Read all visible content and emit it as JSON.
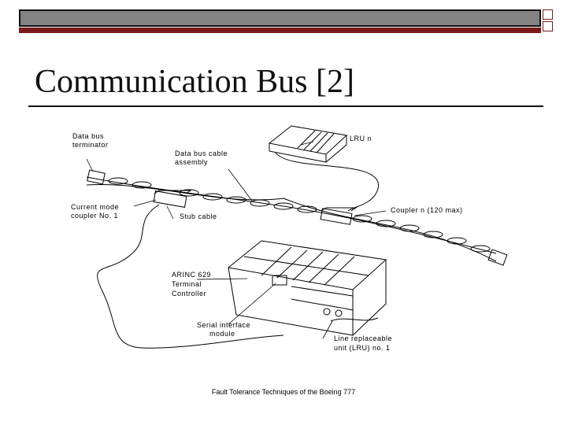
{
  "slide": {
    "title": "Communication Bus [2]",
    "caption": "Fault Tolerance Techniques of the Boeing 777"
  },
  "diagram": {
    "labels": {
      "data_bus_terminator": [
        "Data bus",
        "terminator"
      ],
      "data_bus_cable_assembly": [
        "Data bus cable",
        "assembly"
      ],
      "lru_n": "LRU n",
      "current_mode_coupler": [
        "Current mode",
        "coupler No. 1"
      ],
      "stub_cable": "Stub cable",
      "coupler_n": "Coupler n (120 max)",
      "arinc_terminal_controller": [
        "ARINC 629",
        "Terminal",
        "Controller"
      ],
      "serial_interface_module": [
        "Serial interface",
        "module"
      ],
      "line_replaceable_unit": [
        "Line replaceable",
        "unit (LRU) no. 1"
      ]
    }
  },
  "colors": {
    "accent_red": "#7a1a1a",
    "bar_gray": "#828282"
  }
}
